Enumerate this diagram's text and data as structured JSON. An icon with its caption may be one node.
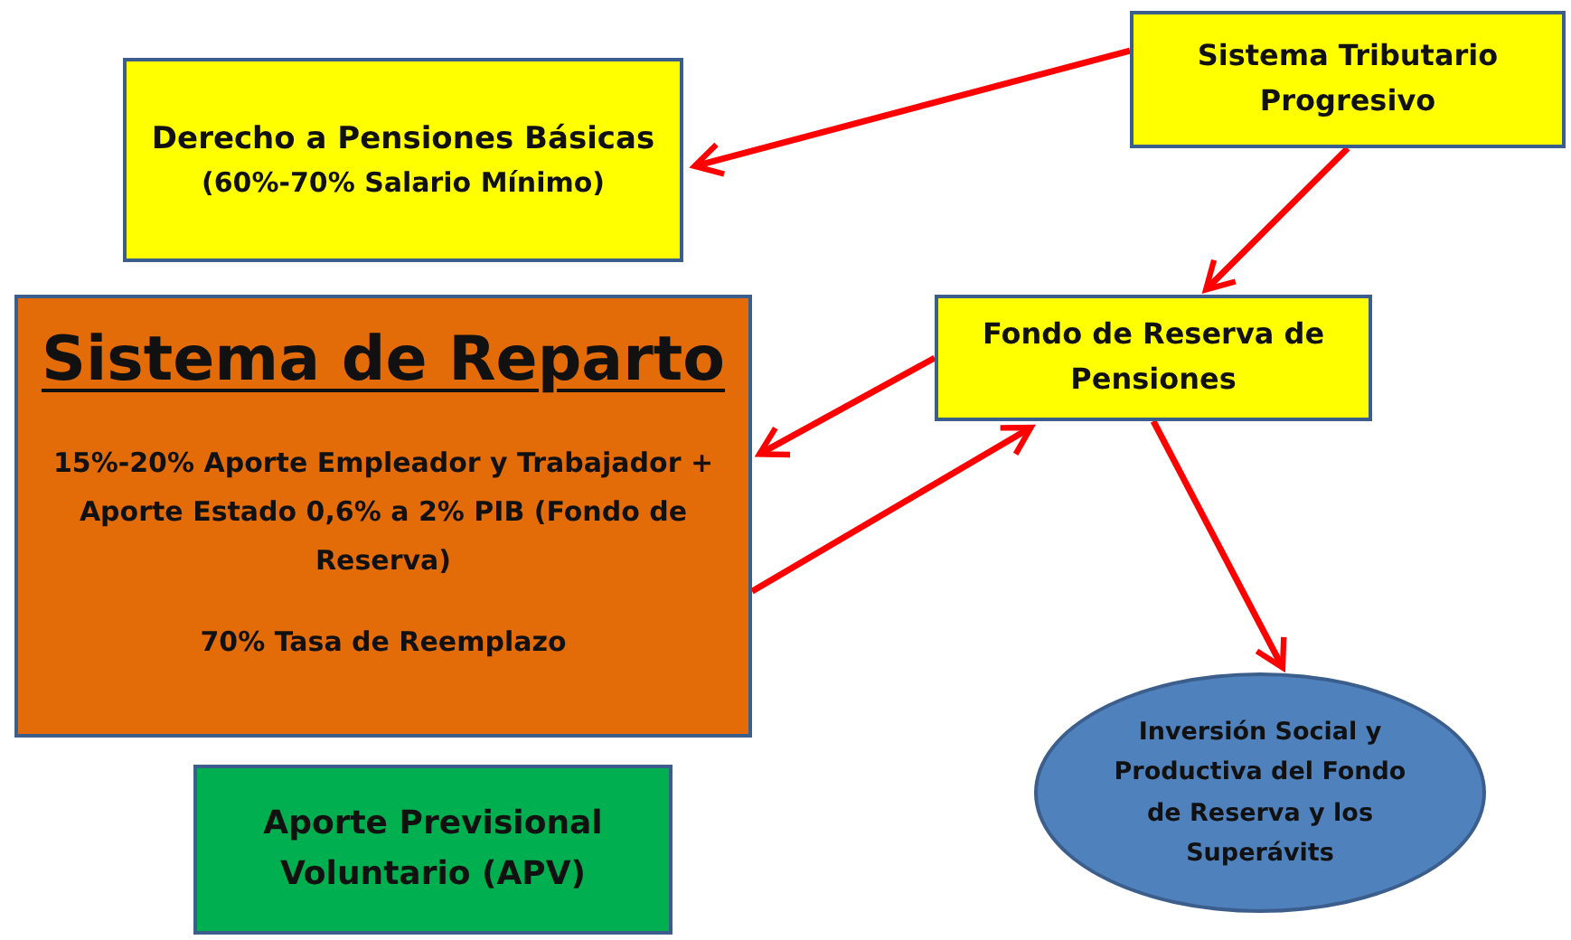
{
  "diagram": {
    "nodes": [
      {
        "text": [
          "Derecho a Pensiones Básicas",
          "(60%-70% Salario Mínimo)"
        ]
      },
      {
        "text": [
          "Sistema Tributario Progresivo"
        ]
      },
      {
        "text": [
          "Sistema de Reparto",
          "15%-20% Aporte Empleador y Trabajador + Aporte Estado 0,6% a 2% PIB (Fondo de Reserva)",
          "70% Tasa de Reemplazo"
        ]
      },
      {
        "text": [
          "Fondo de Reserva de Pensiones"
        ]
      },
      {
        "text": [
          "Inversión Social y Productiva del Fondo de Reserva y los Superávits"
        ]
      },
      {
        "text": [
          "Aporte Previsional Voluntario (APV)"
        ]
      }
    ],
    "edges": [
      {
        "from": 1,
        "to": 0,
        "arrow": "to"
      },
      {
        "from": 1,
        "to": 3,
        "arrow": "to"
      },
      {
        "from": 3,
        "to": 2,
        "arrow": "to"
      },
      {
        "from": 2,
        "to": 3,
        "arrow": "to"
      },
      {
        "from": 3,
        "to": 4,
        "arrow": "to"
      }
    ]
  }
}
